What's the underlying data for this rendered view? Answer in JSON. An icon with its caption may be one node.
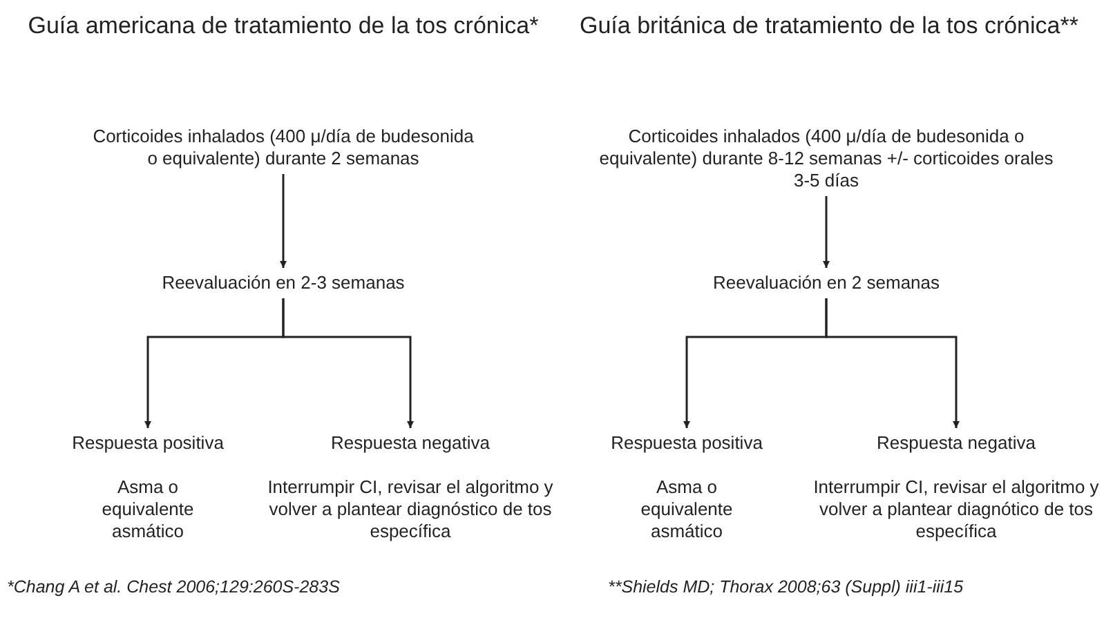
{
  "diagram": {
    "nodes": [
      {
        "text": [
          "Corticoides inhalados (400 μ/día de budesonida o equivalente) durante 2 semanas"
        ]
      },
      {
        "text": [
          "Reevaluación en 2-3 semanas"
        ]
      },
      {
        "text": [
          "Respuesta positiva"
        ],
        "beside": [
          "Asma o equivalente asmático"
        ]
      },
      {
        "text": [
          "Respuesta negativa"
        ],
        "beside": [
          "Interrumpir CI, revisar el algoritmo y volver a plantear diagnóstico de tos específica"
        ]
      },
      {
        "text": [
          "Corticoides inhalados (400 μ/día de budesonida o equivalente) durante 8-12 semanas +/- corticoides orales 3-5 días"
        ]
      },
      {
        "text": [
          "Reevaluación en 2 semanas"
        ]
      },
      {
        "text": [
          "Respuesta positiva"
        ],
        "beside": [
          "Asma o equivalente asmático"
        ]
      },
      {
        "text": [
          "Respuesta negativa"
        ],
        "beside": [
          "Interrumpir CI, revisar el algoritmo y volver a plantear diagnótico de tos específica"
        ]
      }
    ],
    "edges": [
      {
        "from": 0,
        "to": 1,
        "arrow": "to"
      },
      {
        "from": 1,
        "to": 2,
        "arrow": "to"
      },
      {
        "from": 1,
        "to": 3,
        "arrow": "to"
      },
      {
        "from": 4,
        "to": 5,
        "arrow": "to"
      },
      {
        "from": 5,
        "to": 6,
        "arrow": "to"
      },
      {
        "from": 5,
        "to": 7,
        "arrow": "to"
      }
    ],
    "labels": [
      "Guía americana de tratamiento de la tos crónica*",
      "Guía británica de tratamiento de la tos crónica**",
      "*Chang A et al. Chest 2006;129:260S-283S",
      "**Shields MD; Thorax 2008;63 (Suppl) iii1-iii15"
    ]
  }
}
